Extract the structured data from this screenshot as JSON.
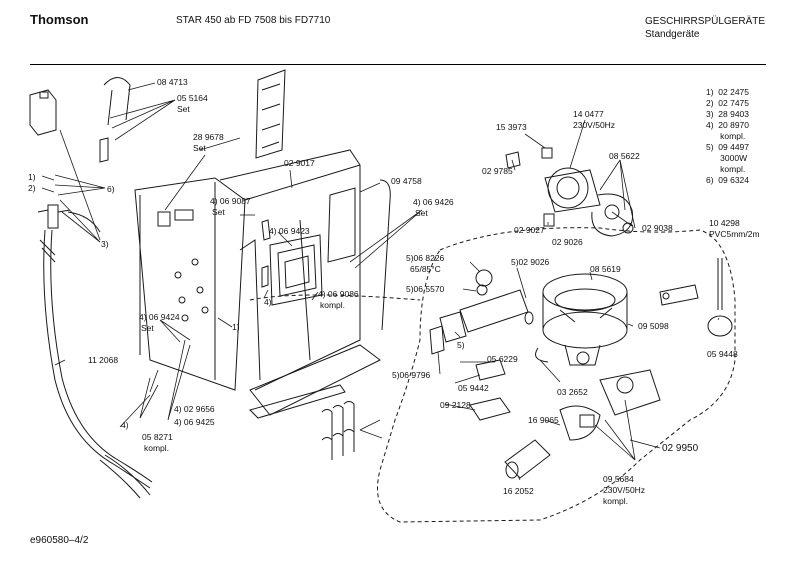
{
  "header": {
    "brand": "Thomson",
    "model": "STAR 450 ab FD 7508 bis FD7710",
    "category_line1": "GESCHIRRSPÜLGERÄTE",
    "category_line2": "Standgeräte"
  },
  "footer": {
    "code": "e960580–4/2"
  },
  "legend": [
    "1)  02 2475",
    "2)  02 7475",
    "3)  28 9403",
    "4)  20 8970",
    "      kompl.",
    "5)  09 4497",
    "      3000W",
    "      kompl.",
    "6)  09 6324"
  ],
  "callouts": {
    "c084713": "08 4713",
    "c055164": "05 5164",
    "c055164_set": "Set",
    "c289678": "28 9678",
    "c289678_set": "Set",
    "c029017": "02 9017",
    "c094758": "09 4758",
    "c153973": "15 3973",
    "c140477": "14 0477",
    "c140477_v": "230V/50Hz",
    "c085622": "08 5622",
    "c029785": "02 9785",
    "c029027": "02 9027",
    "c029026a": "02 9026",
    "c029038": "02 9038",
    "c0696087": "4) 06 9087",
    "c0696087_set": "Set",
    "c069423": "4) 06 9423",
    "c069426": "4) 06 9426",
    "c069426_set": "Set",
    "c068226": "5)06 8226",
    "c068226_t": "65/85°C",
    "c065570": "5)06 5570",
    "c029026b": "5)02 9026",
    "c085619": "08 5619",
    "c104298": "10 4298",
    "c104298_p": "PVC5mm/2m",
    "c069086": "4) 06 9086",
    "c069086_k": "kompl.",
    "c4a": "4)",
    "c1a": "1)",
    "c095098": "09 5098",
    "c069424": "4) 06 9424",
    "c069424_set": "Set",
    "c5a": "5)",
    "c062229": "05 6229",
    "c059448": "05 9448",
    "c112068": "11 2068",
    "c069796": "5)06 9796",
    "c059442": "05 9442",
    "c032652": "03 2652",
    "c029656": "4) 02 9656",
    "c069425": "4) 06 9425",
    "c092128": "09 2128",
    "c4b": "4)",
    "c058271": "05 8271",
    "c058271_k": "kompl.",
    "c169065": "16 9065",
    "c029950": "02 9950",
    "c095684": "09 5684",
    "c095684_v": "230V/50Hz",
    "c095684_k": "kompl.",
    "c162052": "16 2052",
    "c1b": "1)",
    "c2b": "2)",
    "c6b": "6)",
    "c3b": "3)"
  }
}
